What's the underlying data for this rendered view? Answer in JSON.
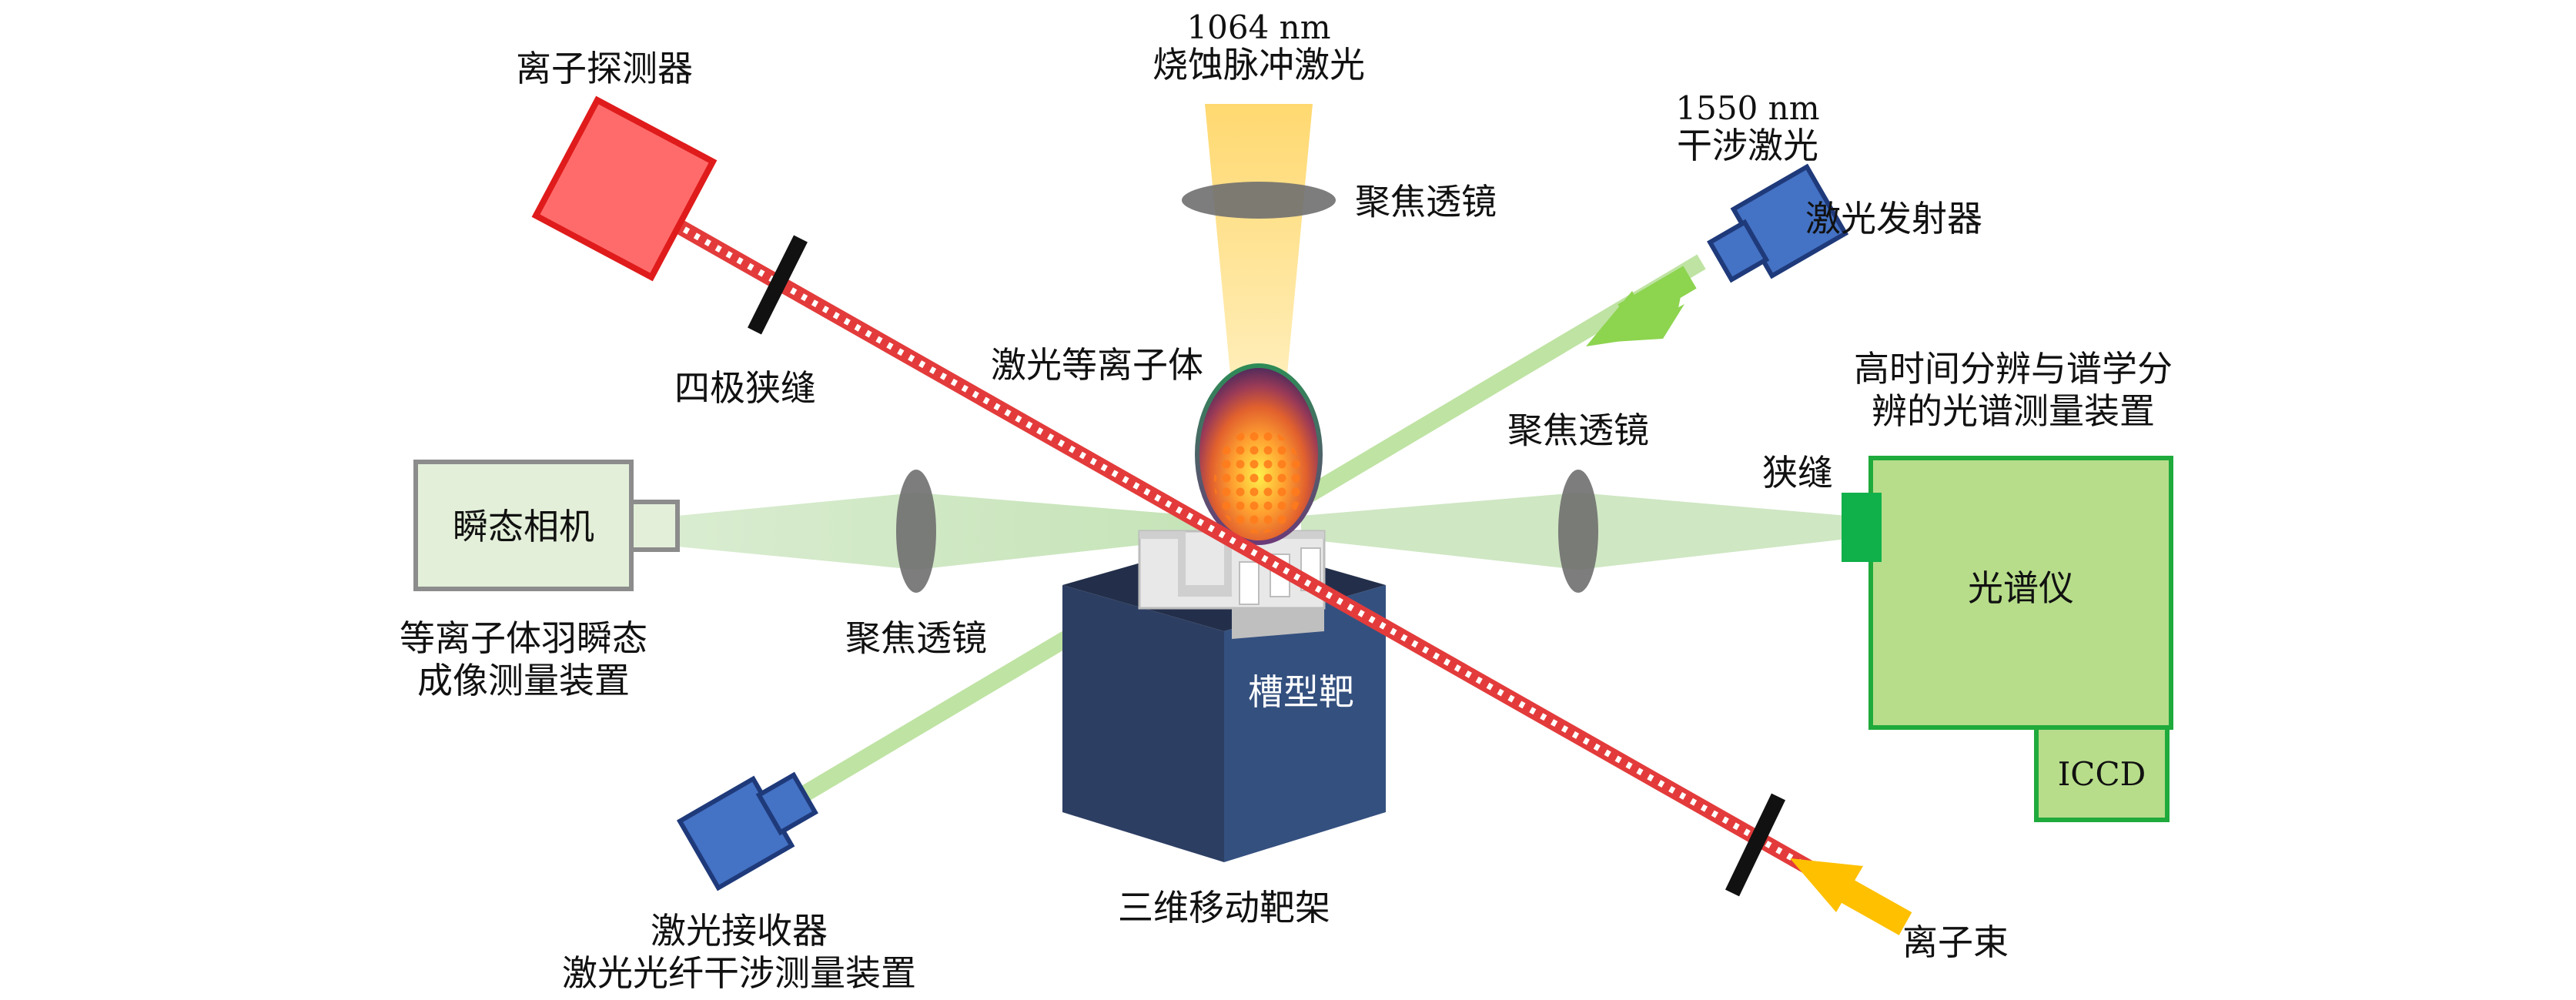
{
  "labels": {
    "ablation_wavelength": "1064 nm",
    "ablation_laser": "烧蚀脉冲激光",
    "ion_detector": "离子探测器",
    "focus_lens_top": "聚焦透镜",
    "interf_wavelength": "1550 nm",
    "interf_laser": "干涉激光",
    "laser_emitter": "激光发射器",
    "quadrupole_slit": "四极狭缝",
    "laser_plasma": "激光等离子体",
    "spectro_system_line1": "高时间分辨与谱学分",
    "spectro_system_line2": "辨的光谱测量装置",
    "focus_lens_right": "聚焦透镜",
    "slit": "狭缝",
    "fast_camera": "瞬态相机",
    "imaging_line1": "等离子体羽瞬态",
    "imaging_line2": "成像测量装置",
    "focus_lens_left": "聚焦透镜",
    "spectrometer": "光谱仪",
    "groove_target": "槽型靶",
    "iccd": "ICCD",
    "stage": "三维移动靶架",
    "laser_receiver": "激光接收器",
    "interferometer_system": "激光光纤干涉测量装置",
    "ion_beam": "离子束"
  },
  "colors": {
    "ion_detector": "#ff6b6b",
    "ion_detector_border": "#e01b1b",
    "laser_device": "#4472c4",
    "laser_device_border": "#1f3a7a",
    "interferometer_beam": "#bfe3a3",
    "interferometer_arrow": "#8dd44f",
    "ablation_beam": "#fbe08a",
    "lens": "#6f6f6f",
    "camera_fill": "#e3efd9",
    "camera_border": "#8c8c8c",
    "spectrometer_fill": "#b7dd8a",
    "spectrometer_border": "#1faa3c",
    "slit_block": "#10b04a",
    "stage_front": "#2d3e63",
    "stage_side": "#34507f",
    "stage_top": "#232f4a",
    "target": "#e8e8e8",
    "ion_beam_arrow": "#ffc000",
    "ion_beam_line": "#e33b3b"
  }
}
